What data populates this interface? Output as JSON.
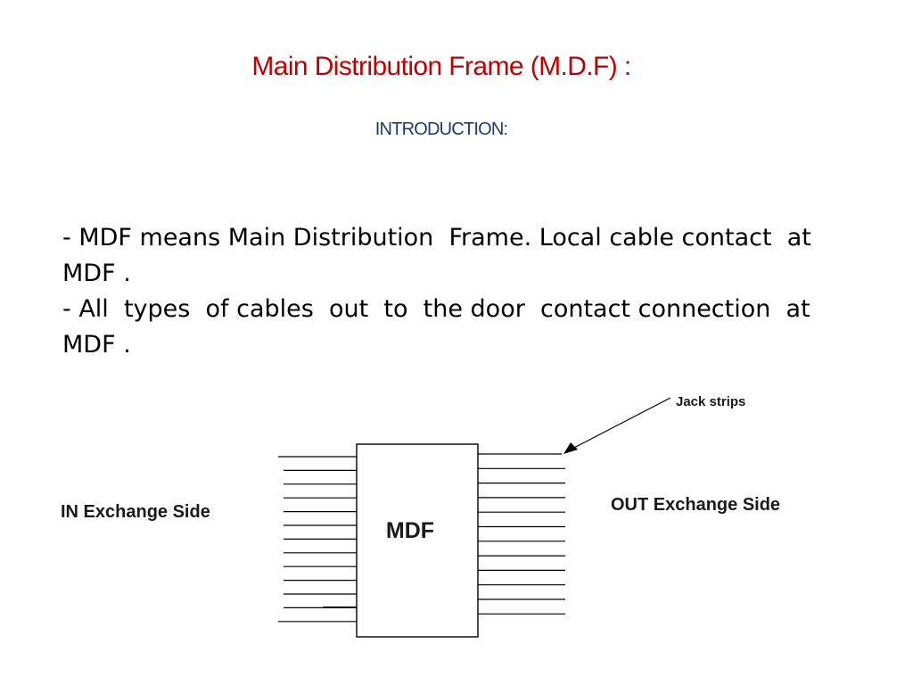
{
  "slide": {
    "title": "Main Distribution Frame (M.D.F) :",
    "subtitle": "INTRODUCTION:",
    "paragraphs": [
      "- MDF means Main Distribution  Frame. Local cable contact  at  MDF .",
      "- All  types  of cables  out  to  the door  contact connection  at  MDF ."
    ]
  },
  "diagram": {
    "box_label": "MDF",
    "left_label": "IN Exchange Side",
    "right_label": "OUT Exchange Side",
    "callout_label": "Jack strips",
    "left_line_count": 13,
    "right_line_count": 12
  },
  "colors": {
    "title": "#c00000",
    "subtitle": "#1f3a6e",
    "text": "#000000",
    "lines": "#000000"
  }
}
